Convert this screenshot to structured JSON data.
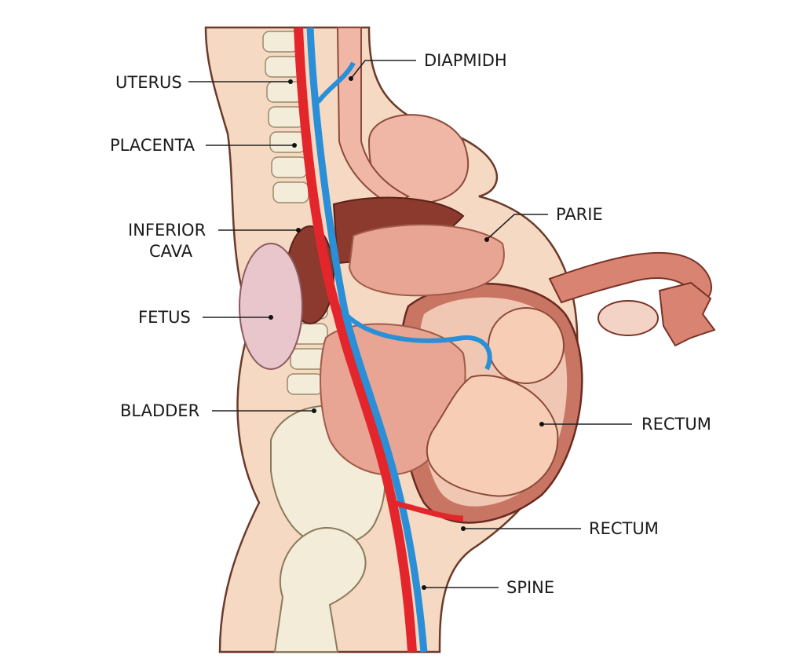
{
  "labels": {
    "uterus": "UTERUS",
    "placenta": "PLACENTA",
    "inferior_cava_line1": "INFERIOR",
    "inferior_cava_line2": "CAVA",
    "fetus": "FETUS",
    "bladder": "BLADDER",
    "diapmidh": "DIAPMIDH",
    "parie": "PARIE",
    "rectum_upper": "RECTUM",
    "rectum_lower": "RECTUM",
    "spine": "SPINE"
  },
  "colors": {
    "skin": "#f6d9c3",
    "outline": "#6b3a2a",
    "artery": "#e3262b",
    "vein": "#2a8fd6",
    "bone": "#f2ecd9",
    "uterus_wall": "#c97563",
    "organ_dark": "#8c3a2e"
  }
}
